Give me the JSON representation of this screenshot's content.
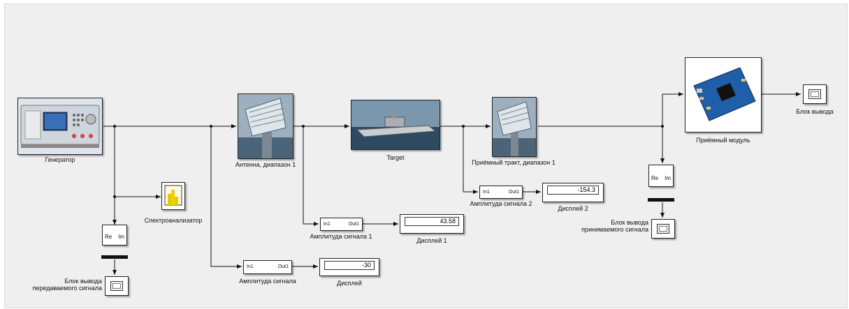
{
  "blocks": {
    "generator": "Генератор",
    "spectrum": "Спектроанализатор",
    "antenna": "Антенна, диапазон 1",
    "target": "Target",
    "rx_path": "Приёмный тракт, диапазон 1",
    "rx_module": "Приёмный модуль",
    "out_block": "Блок вывода",
    "tx_scope_line1": "Блок вывода",
    "tx_scope_line2": "передаваемого сигнала",
    "rx_scope_line1": "Блок вывода",
    "rx_scope_line2": "принимаемого сигнала",
    "amp": "Амплитуда сигнала",
    "amp1": "Амплитуда сигнала 1",
    "amp2": "Амплитуда сигнала 2",
    "disp": "Дисплей",
    "disp1": "Дисплей 1",
    "disp2": "Дисплей 2"
  },
  "values": {
    "disp": "-30",
    "disp1": "43.58",
    "disp2": "-154.3"
  },
  "ports": {
    "in": "In1",
    "out": "Out1",
    "re": "Re",
    "im": "Im"
  }
}
